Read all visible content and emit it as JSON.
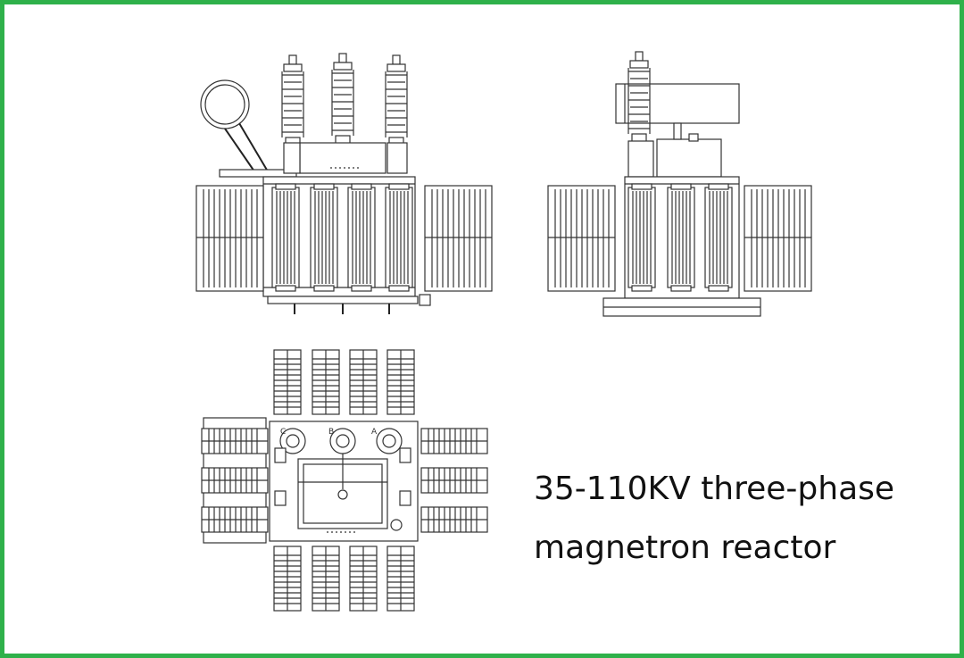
{
  "caption": {
    "line1": "35-110KV three-phase",
    "line2": "magnetron reactor"
  },
  "phase_labels": [
    "C",
    "B",
    "A"
  ],
  "colors": {
    "border": "#2fb14a",
    "line": "#333333",
    "background": "#ffffff"
  }
}
